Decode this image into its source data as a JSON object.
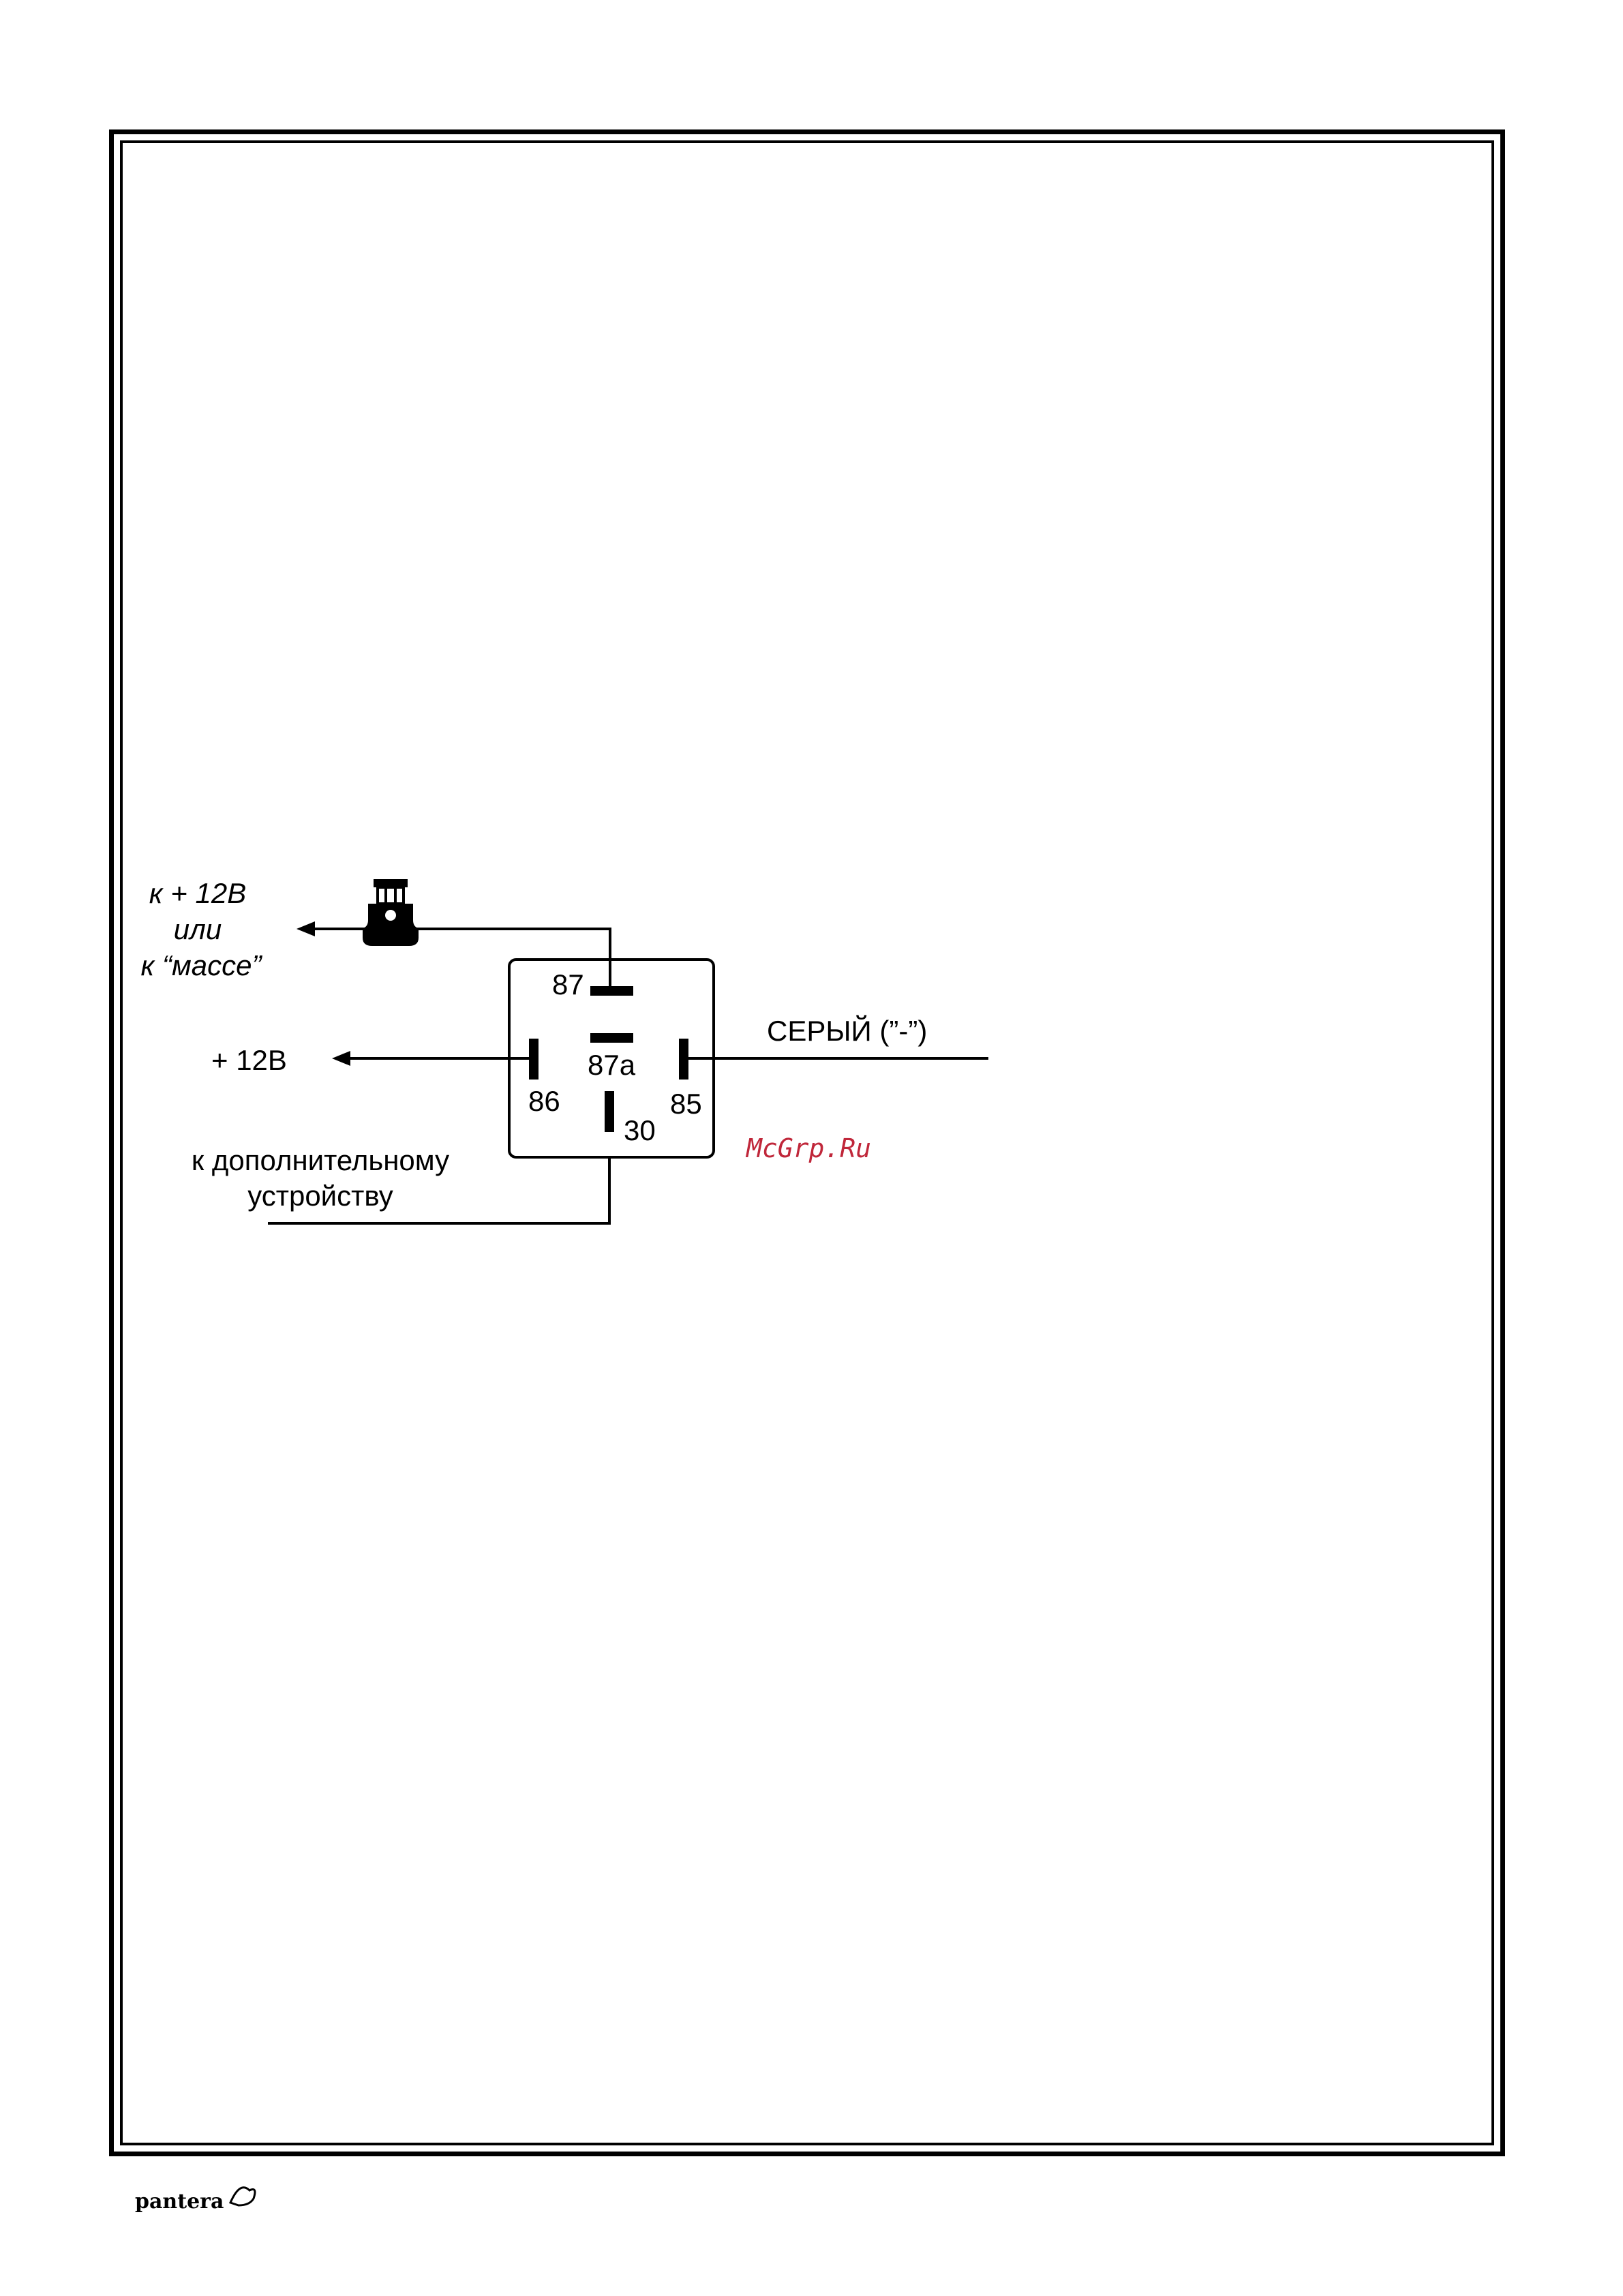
{
  "diagram": {
    "left_labels": {
      "line1": "к + 12В",
      "line2": "или",
      "line3": "к “массе”"
    },
    "plus12_label": "+ 12В",
    "device_label_line1": "к дополнительному",
    "device_label_line2": "устройству",
    "gray_wire_label": "СЕРЫЙ (”-”)",
    "pins": {
      "p87": "87",
      "p87a": "87a",
      "p86": "86",
      "p85": "85",
      "p30": "30"
    }
  },
  "watermark": "McGrp.Ru",
  "footer": {
    "logo_text": "pantera"
  }
}
